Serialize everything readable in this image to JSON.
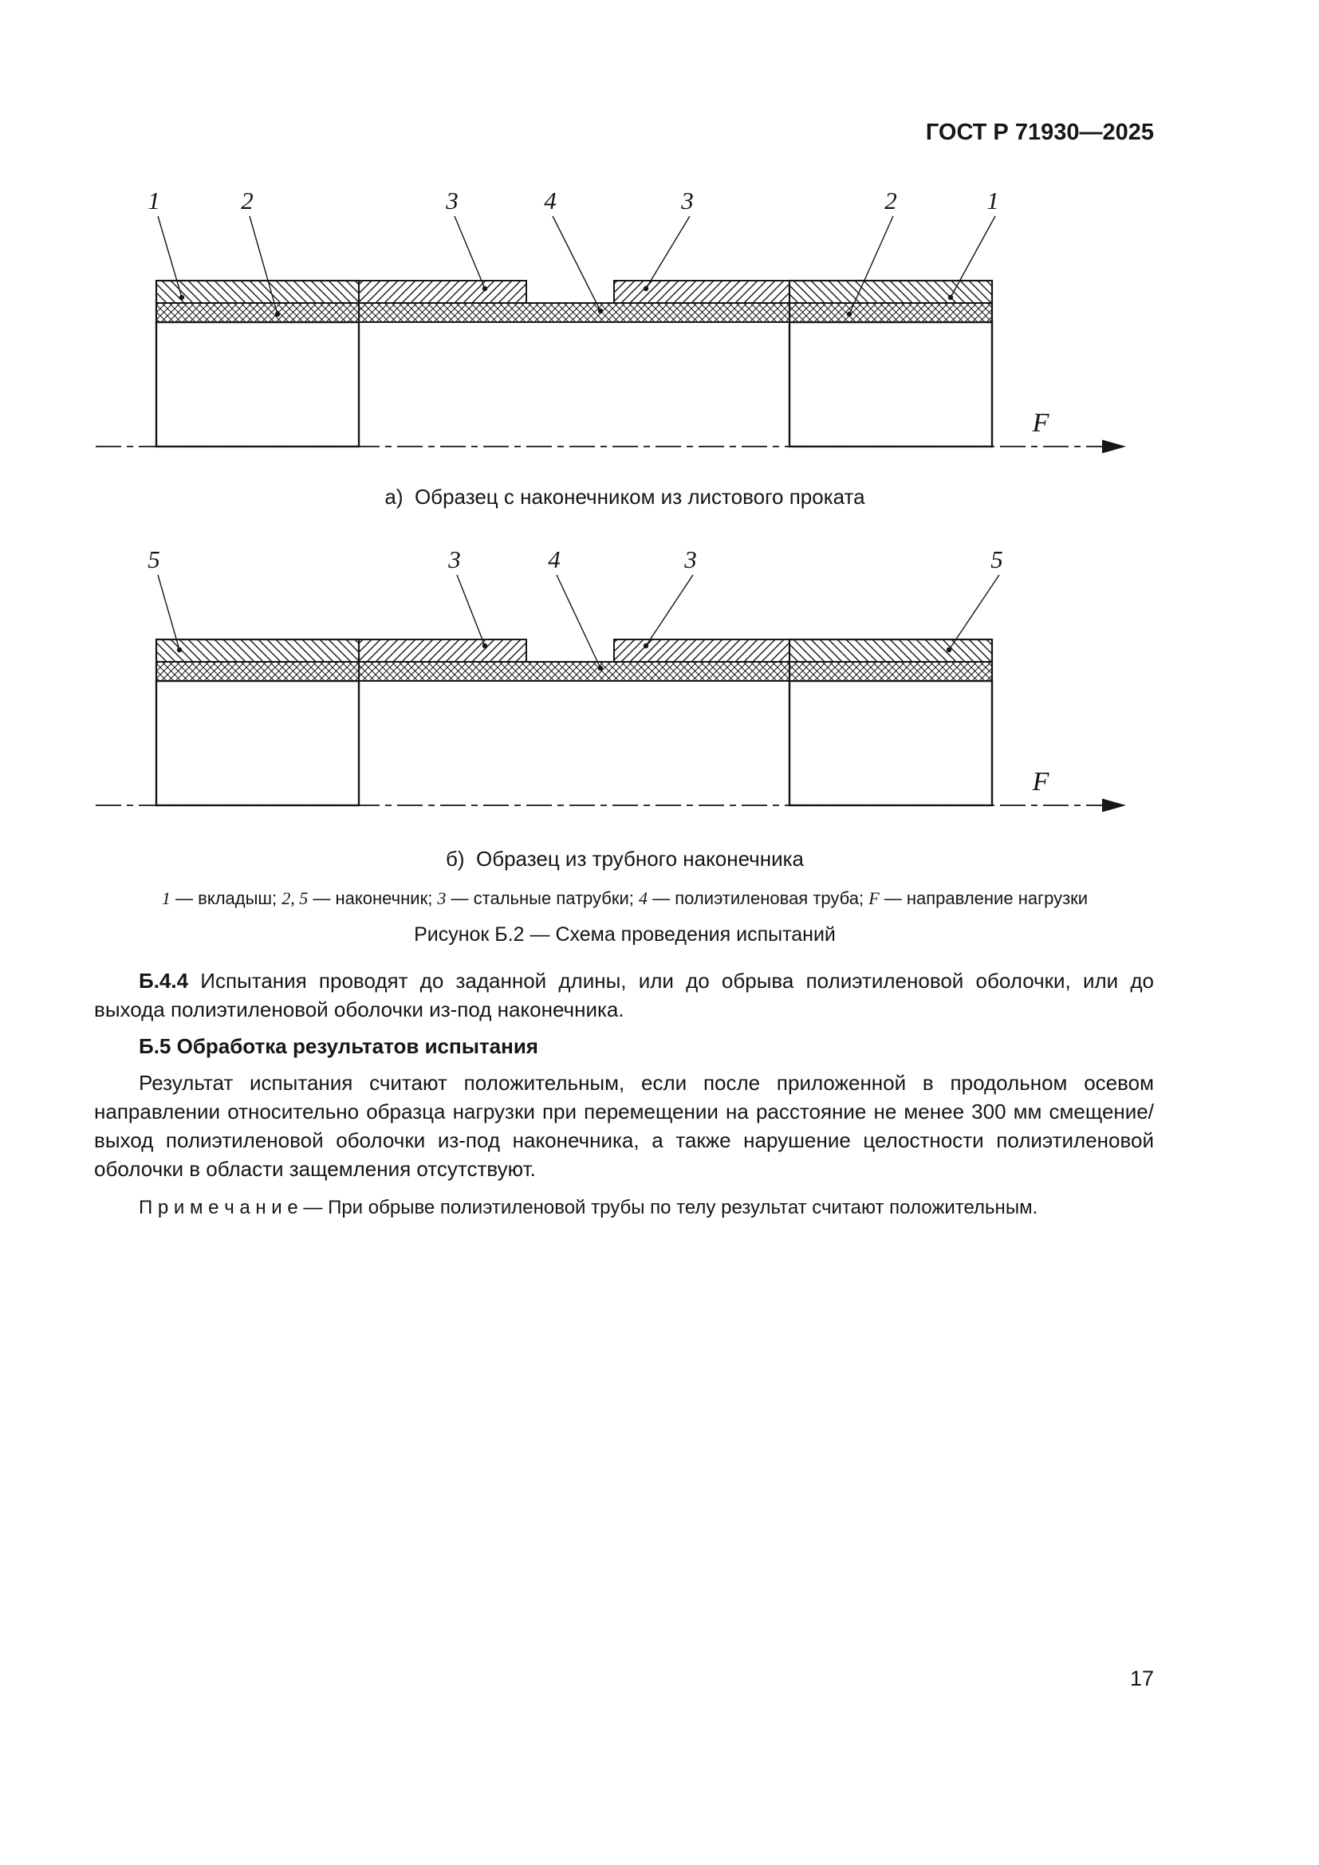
{
  "header": {
    "doc_code": "ГОСТ Р 71930—2025"
  },
  "figure_a": {
    "callouts": [
      "1",
      "2",
      "3",
      "4",
      "3",
      "2",
      "1"
    ],
    "force_label": "F",
    "caption_letter": "а)",
    "caption_text": "Образец с наконечником из листового проката"
  },
  "figure_b": {
    "callouts": [
      "5",
      "3",
      "4",
      "3",
      "5"
    ],
    "force_label": "F",
    "caption_letter": "б)",
    "caption_text": "Образец из трубного наконечника"
  },
  "legend": {
    "items": [
      {
        "term": "1",
        "desc": " — вкладыш; "
      },
      {
        "term": "2, 5",
        "desc": " — наконечник; "
      },
      {
        "term": "3",
        "desc": " — стальные патрубки; "
      },
      {
        "term": "4",
        "desc": " — полиэтиленовая труба; "
      },
      {
        "term": "F",
        "desc": " — направление нагрузки"
      }
    ]
  },
  "figure_title": "Рисунок Б.2 — Схема проведения испытаний",
  "body": {
    "para_b44_label": "Б.4.4",
    "para_b44_text": "Испытания проводят до заданной длины, или до обрыва полиэтиленовой оболочки, или до выхода полиэтиленовой оболочки из-под наконечника.",
    "heading_b5": "Б.5  Обработка результатов испытания",
    "para_result": "Результат испытания считают положительным, если после приложенной в продольном осевом направлении относительно образца нагрузки при перемещении на расстояние не менее 300 мм смещение/выход полиэтиленовой оболочки из-под наконечника, а также нарушение целостности полиэтиленовой оболочки в области защемления отсутствуют.",
    "note_label": "П р и м е ч а н и е",
    "note_text": "— При обрыве полиэтиленовой трубы по телу результат считают положительным."
  },
  "footer": {
    "page_number": "17"
  }
}
